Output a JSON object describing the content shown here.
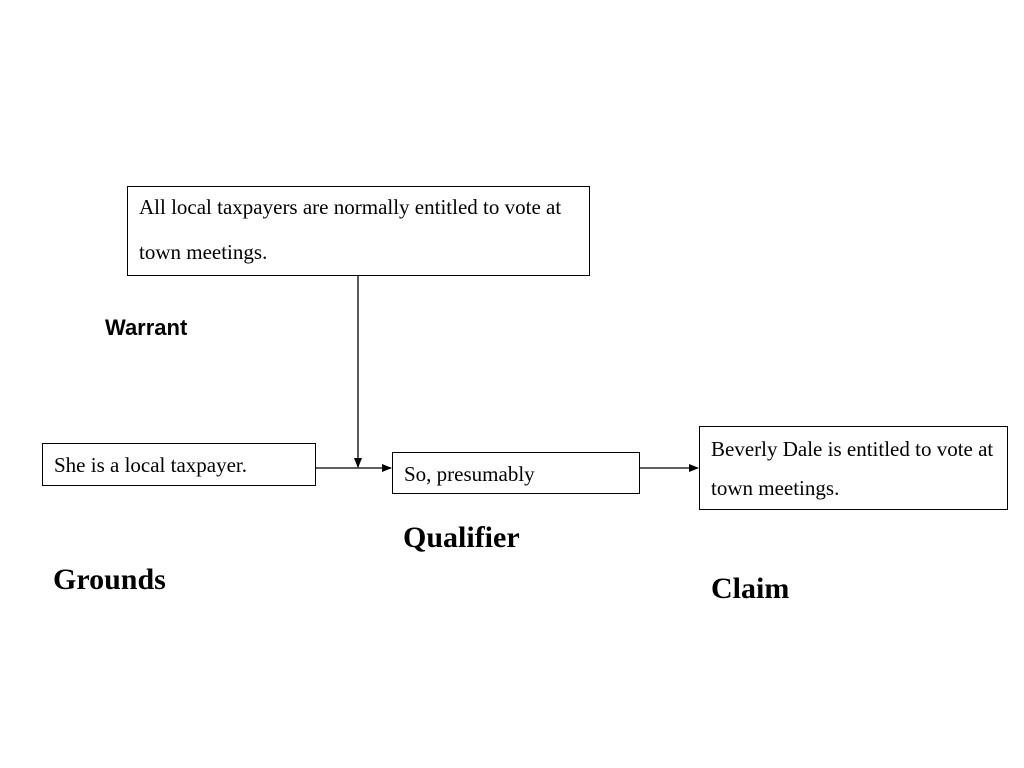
{
  "diagram": {
    "warrant": {
      "text": "All local taxpayers are normally entitled to vote at town meetings.",
      "label": "Warrant"
    },
    "grounds": {
      "text": "She is a local taxpayer.",
      "label": "Grounds"
    },
    "qualifier": {
      "text": "So, presumably",
      "label": "Qualifier"
    },
    "claim": {
      "text": "Beverly Dale is entitled to vote at town meetings.",
      "label": "Claim"
    }
  },
  "colors": {
    "line": "#000000",
    "background": "#ffffff"
  }
}
